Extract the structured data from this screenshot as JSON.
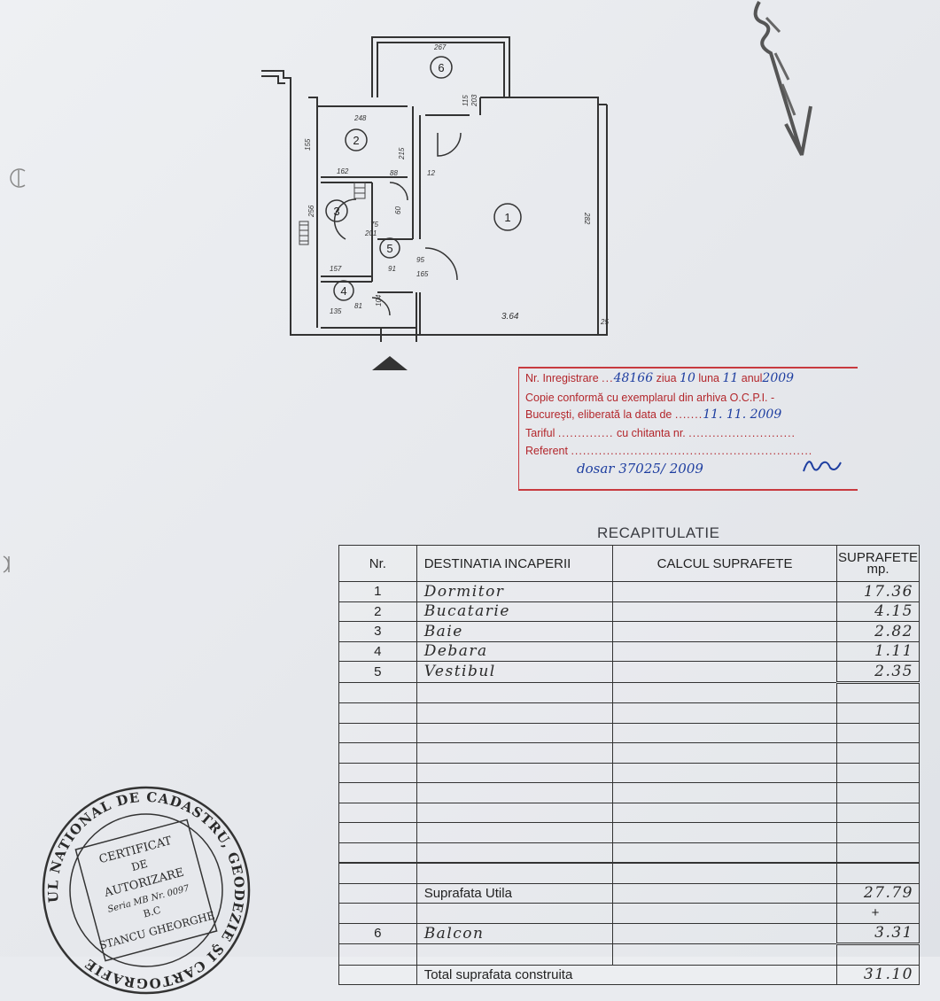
{
  "floor_plan": {
    "room_numbers": [
      "1",
      "2",
      "3",
      "4",
      "5",
      "6"
    ],
    "dimensions": [
      "267",
      "248",
      "155",
      "215",
      "162",
      "88",
      "12",
      "282",
      "256",
      "75",
      "201",
      "60",
      "157",
      "91",
      "95",
      "165",
      "135",
      "81",
      "104",
      "3.64",
      "25",
      "115",
      "203"
    ]
  },
  "registration": {
    "nr_label": "Nr. Inregistrare",
    "nr_value": "48166",
    "ziua_label": "ziua",
    "ziua_value": "10",
    "luna_label": "luna",
    "luna_value": "11",
    "anul_label": "anul",
    "anul_value": "2009",
    "line2": "Copie conformă cu exemplarul din arhiva O.C.P.I. -",
    "line3_label": "Bucureşti, eliberată la data de",
    "line3_value": "11. 11. 2009",
    "tariful_label": "Tariful",
    "chitanta_label": "cu chitanta nr.",
    "referent_label": "Referent",
    "dosar_hand": "dosar 37025/ 2009"
  },
  "recap": {
    "title": "RECAPITULATIE",
    "headers": {
      "nr": "Nr.",
      "destination": "DESTINATIA INCAPERII",
      "calc": "CALCUL SUPRAFETE",
      "area_top": "SUPRAFETE",
      "area_unit": "mp."
    },
    "rooms": [
      {
        "nr": "1",
        "name": "Dormitor",
        "area": "17.36"
      },
      {
        "nr": "2",
        "name": "Bucatarie",
        "area": "4.15"
      },
      {
        "nr": "3",
        "name": "Baie",
        "area": "2.82"
      },
      {
        "nr": "4",
        "name": "Debara",
        "area": "1.11"
      },
      {
        "nr": "5",
        "name": "Vestibul",
        "area": "2.35"
      }
    ],
    "util_label": "Suprafata Utila",
    "util_value": "27.79",
    "plus": "+",
    "balcon_nr": "6",
    "balcon_name": "Balcon",
    "balcon_value": "3.31",
    "total_label": "Total suprafata construita",
    "total_value": "31.10"
  },
  "seal": {
    "ring_text": "UL NATIONAL DE CADASTRU, GEODEZIE ŞI CARTOGRAFIE",
    "line1": "CERTIFICAT",
    "line2": "DE",
    "line3": "AUTORIZARE",
    "line4": "Seria MB Nr. 0097",
    "line5": "B.C",
    "line6": "STANCU GHEORGHE"
  }
}
